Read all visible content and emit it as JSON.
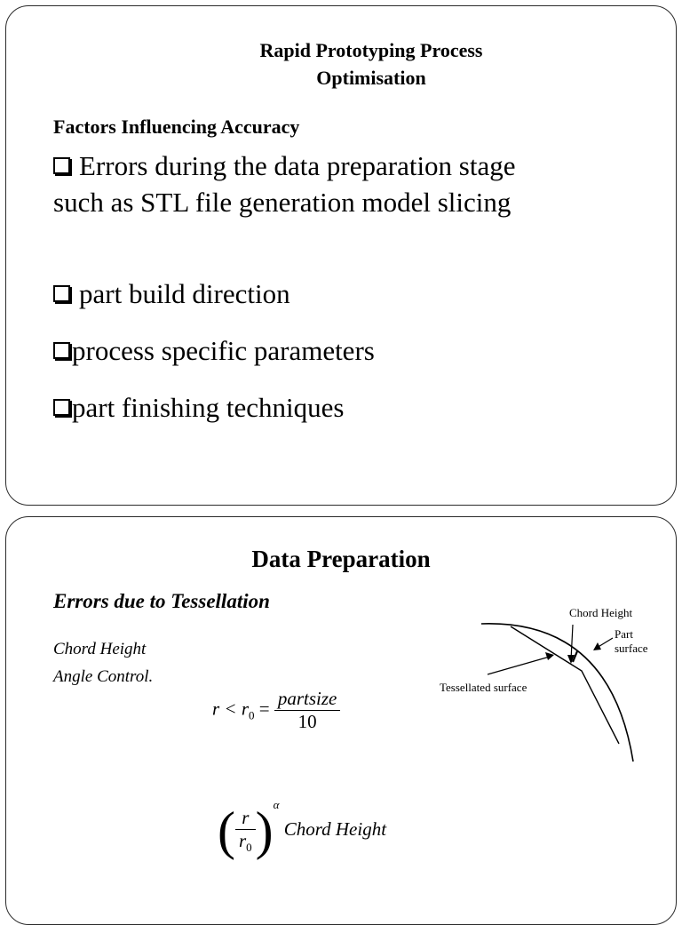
{
  "slide1": {
    "title_line1": "Rapid Prototyping Process",
    "title_line2": "Optimisation",
    "heading": "Factors Influencing Accuracy",
    "bullets": [
      "Errors during the data preparation stage such as STL file generation model slicing",
      "part build direction",
      "process specific parameters",
      "part finishing techniques"
    ]
  },
  "slide2": {
    "title": "Data Preparation",
    "subtitle": "Errors due to Tessellation",
    "lines": [
      "Chord Height",
      "Angle Control."
    ],
    "eq1": {
      "lhs": "r < r",
      "sub": "0",
      "eq": " = ",
      "num": "partsize",
      "den": "10"
    },
    "eq2": {
      "num": "r",
      "den_base": "r",
      "den_sub": "0",
      "exp": "α",
      "tail": "Chord Height"
    },
    "diagram": {
      "chord_height_label": "Chord Height",
      "part_surface_label_1": "Part",
      "part_surface_label_2": "surface",
      "tessellated_label": "Tessellated surface"
    }
  }
}
